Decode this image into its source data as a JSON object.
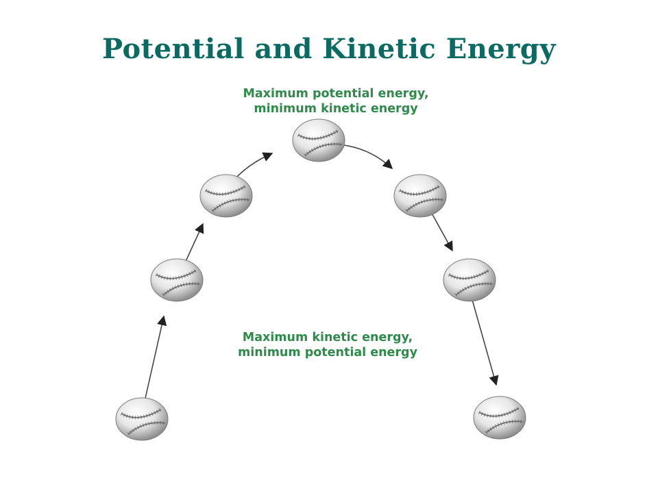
{
  "slide": {
    "title": "Potential and Kinetic Energy"
  },
  "labels": {
    "top": {
      "line1": "Maximum potential energy,",
      "line2": "minimum kinetic energy"
    },
    "bottom": {
      "line1": "Maximum kinetic energy,",
      "line2": "minimum potential energy"
    }
  },
  "colors": {
    "title": "#0b6b62",
    "label": "#2e8b4a",
    "arrow": "#222222",
    "ball_fill": "#eeeeee",
    "ball_shadow": "#9a9a9a",
    "stitch": "#555555"
  },
  "icons": {
    "ball": "baseball-icon",
    "arrow": "arrow-icon"
  }
}
